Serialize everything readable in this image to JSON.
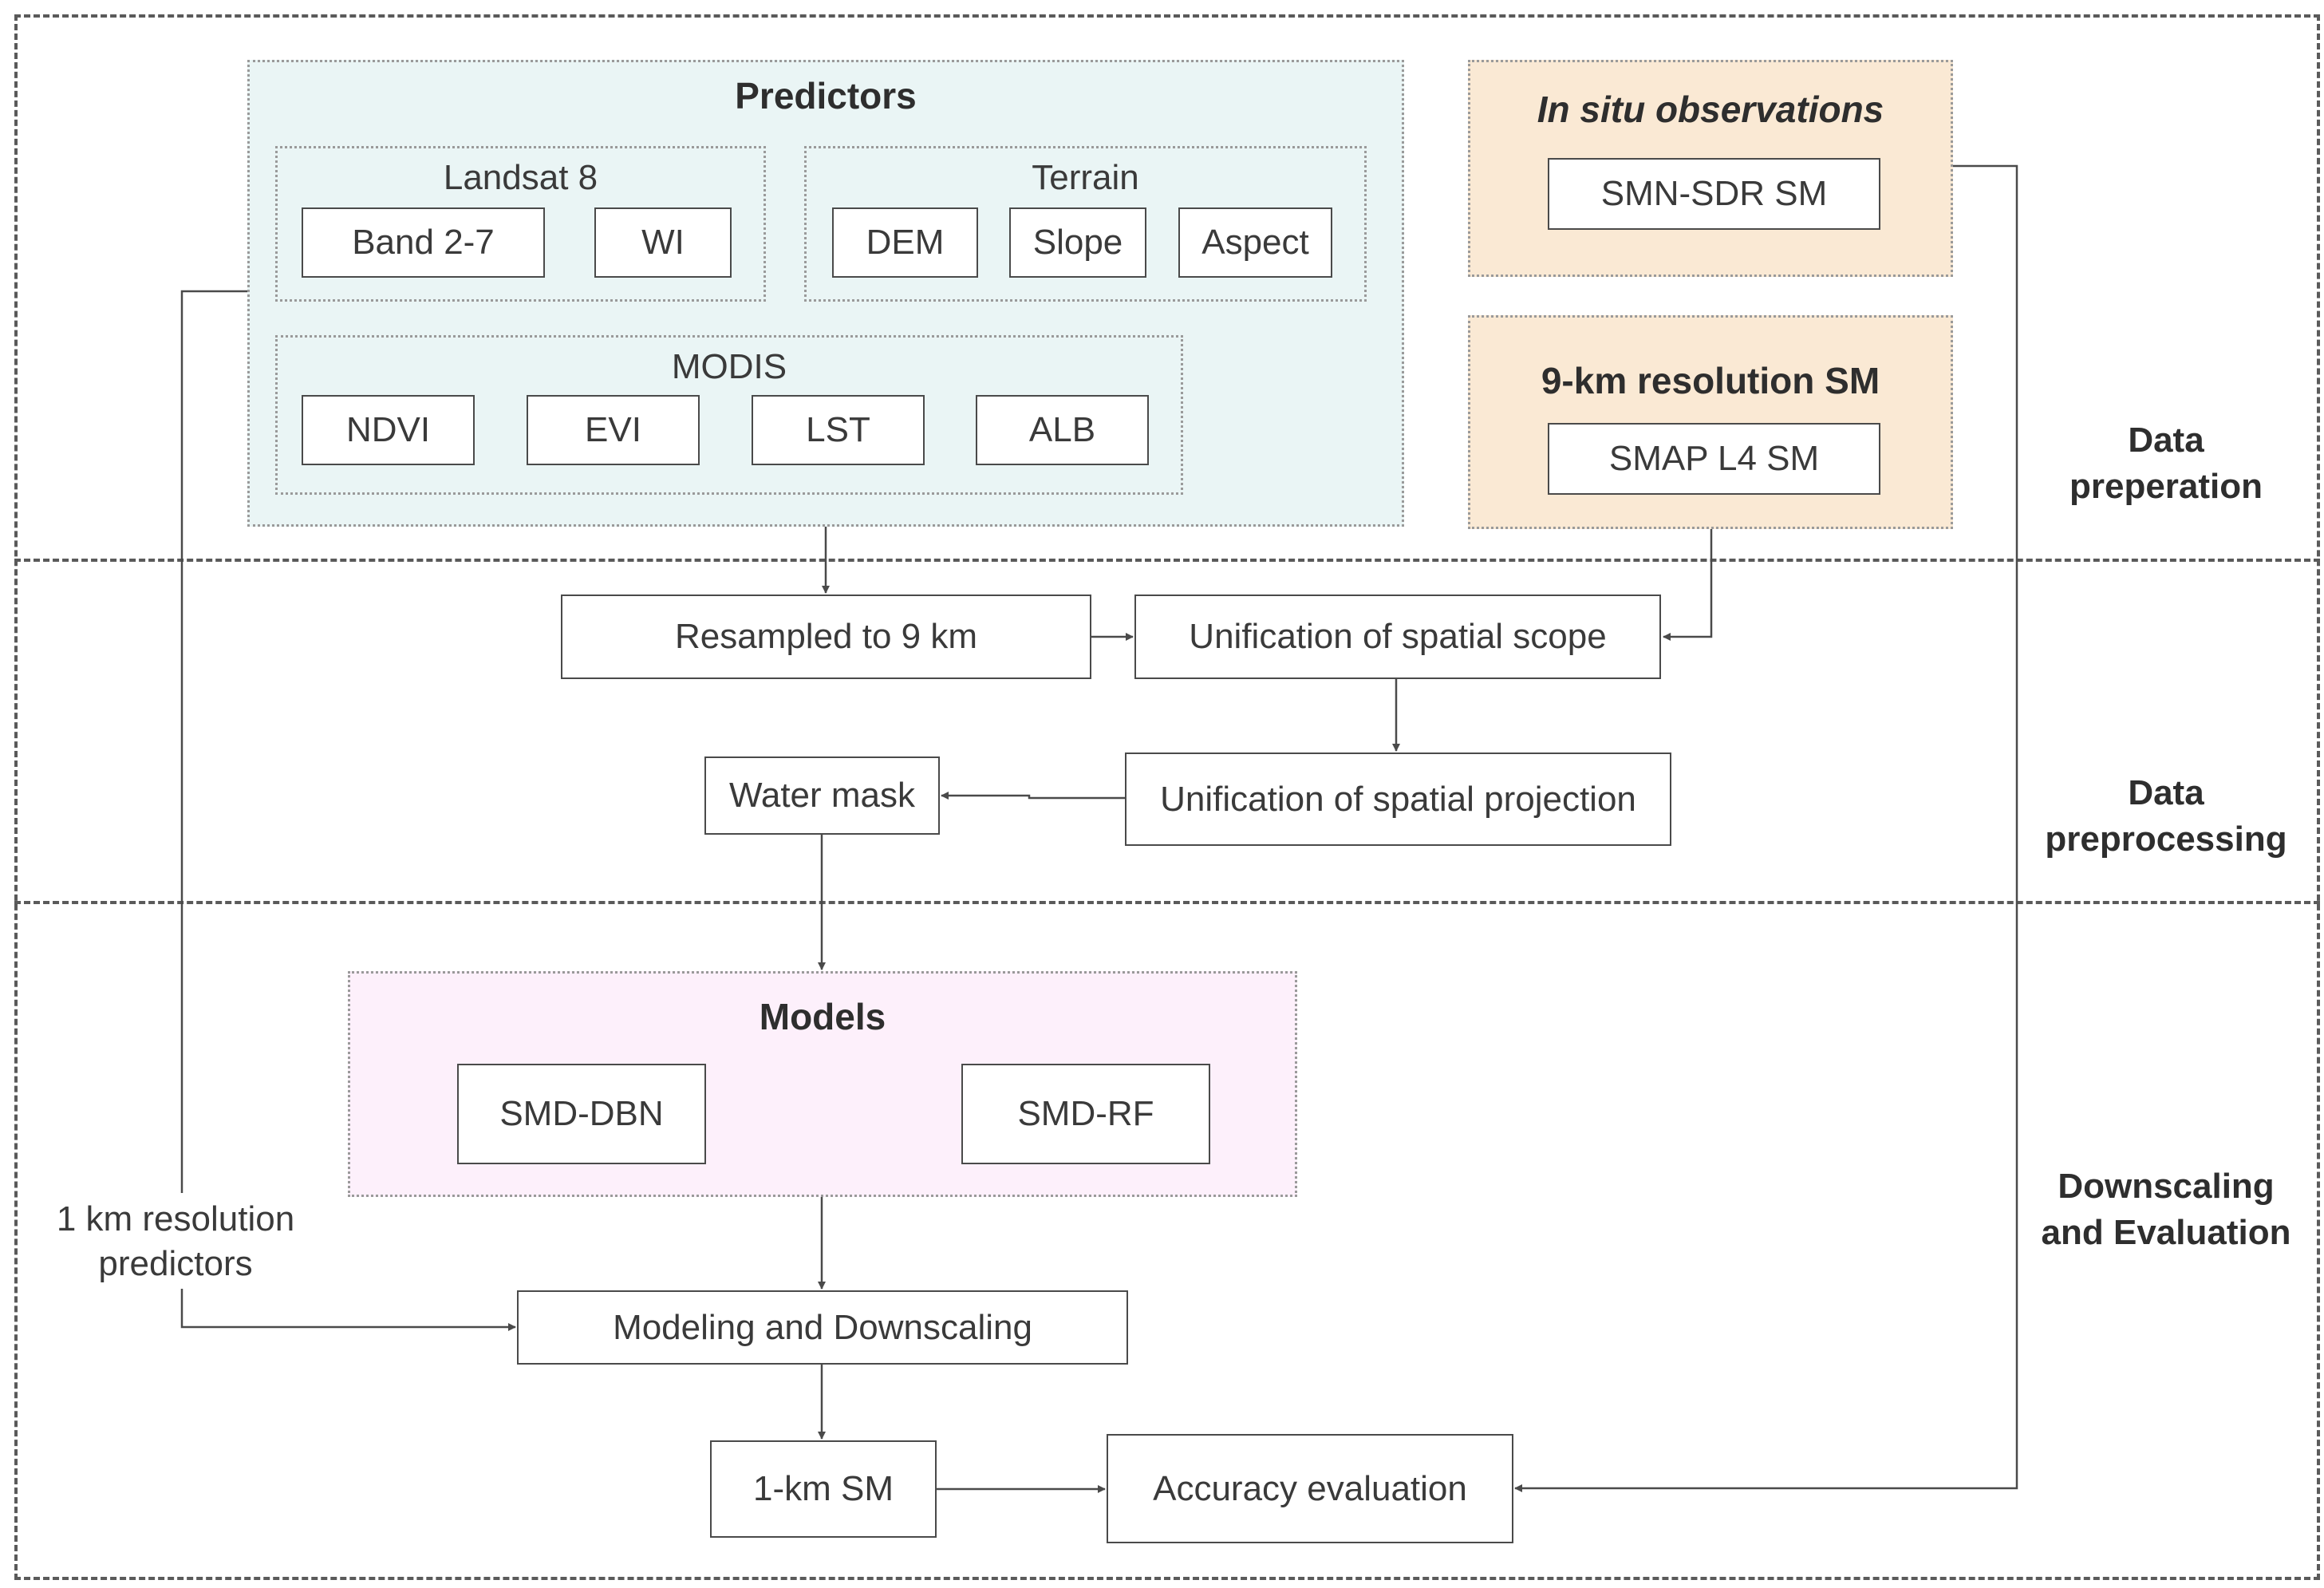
{
  "stages": {
    "data_preparation": [
      "Data",
      "preperation"
    ],
    "data_preprocessing": [
      "Data",
      "preprocessing"
    ],
    "downscaling": [
      "Downscaling",
      "and Evaluation"
    ]
  },
  "predictors": {
    "title": "Predictors",
    "landsat": {
      "title": "Landsat 8",
      "items": [
        "Band 2-7",
        "WI"
      ]
    },
    "terrain": {
      "title": "Terrain",
      "items": [
        "DEM",
        "Slope",
        "Aspect"
      ]
    },
    "modis": {
      "title": "MODIS",
      "items": [
        "NDVI",
        "EVI",
        "LST",
        "ALB"
      ]
    }
  },
  "in_situ": {
    "title": "In situ observations",
    "item": "SMN-SDR SM"
  },
  "coarse_sm": {
    "title": "9-km resolution SM",
    "item": "SMAP L4 SM"
  },
  "process": {
    "resample": "Resampled to 9 km",
    "scope": "Unification of spatial scope",
    "projection": "Unification of spatial projection",
    "water_mask": "Water mask"
  },
  "models": {
    "title": "Models",
    "items": [
      "SMD-DBN",
      "SMD-RF"
    ]
  },
  "side_note": [
    "1 km resolution",
    "predictors"
  ],
  "outputs": {
    "modeling": "Modeling and Downscaling",
    "sm_1km": "1-km SM",
    "accuracy": "Accuracy evaluation"
  },
  "colors": {
    "predictors_bg": "#eaf5f5",
    "observations_bg": "#fae9d4",
    "models_bg": "#fdf0fb",
    "line": "#4a4a4a"
  }
}
